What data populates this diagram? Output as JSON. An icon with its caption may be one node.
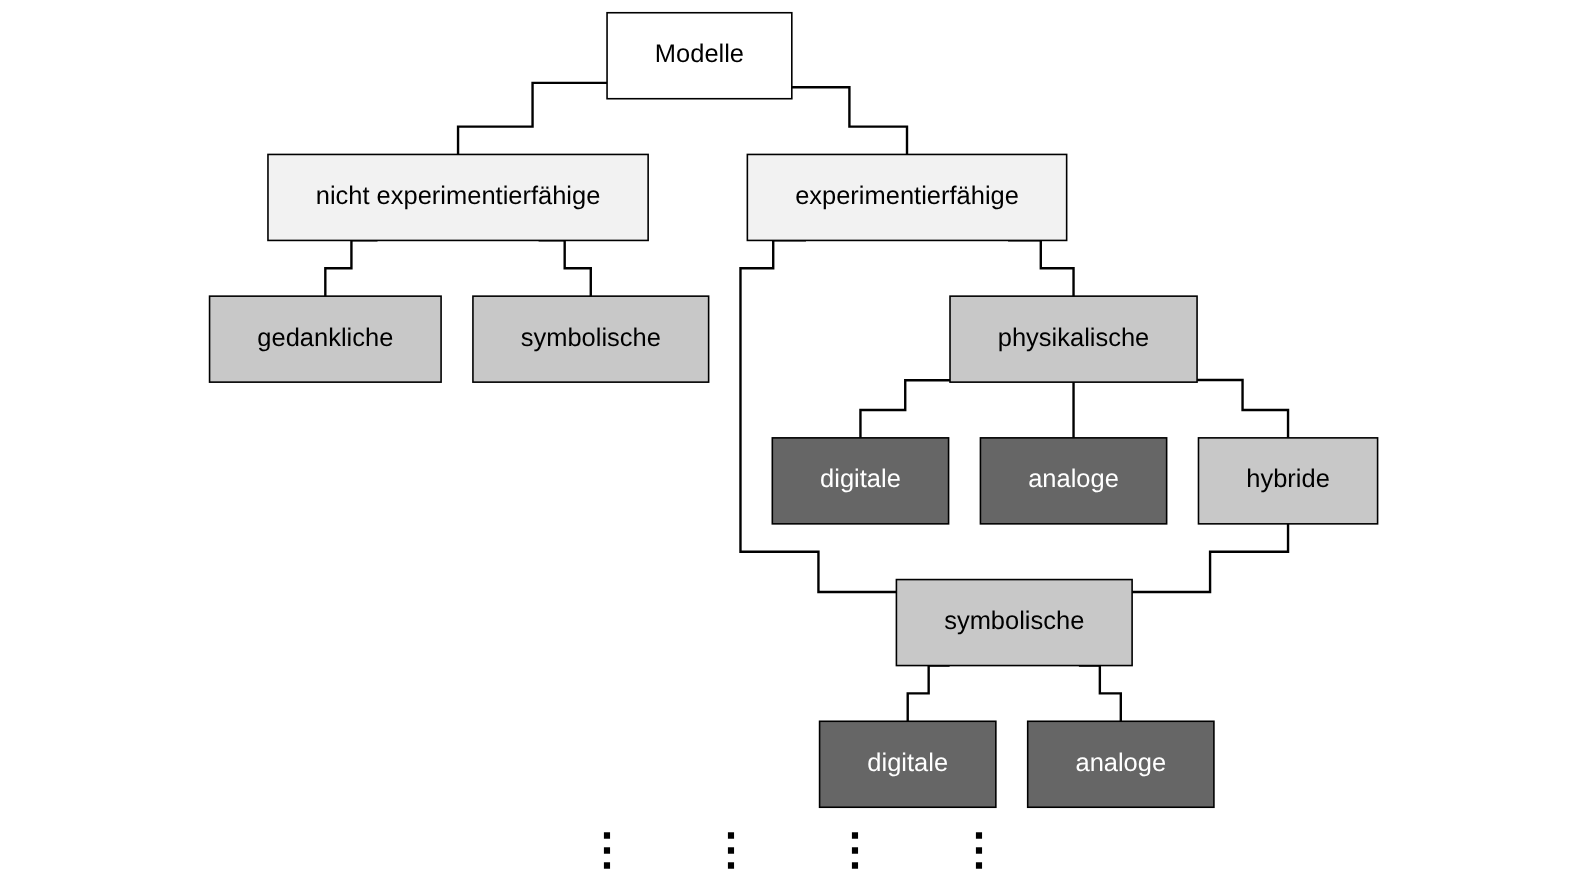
{
  "diagram": {
    "nodes": [
      {
        "text": [
          "Modelle"
        ]
      },
      {
        "text": [
          "nicht experimentierfähige"
        ]
      },
      {
        "text": [
          "experimentierfähige"
        ]
      },
      {
        "text": [
          "gedankliche"
        ]
      },
      {
        "text": [
          "symbolische"
        ]
      },
      {
        "text": [
          "physikalische"
        ]
      },
      {
        "text": [
          "hybride"
        ]
      },
      {
        "text": [
          "symbolische"
        ]
      },
      {
        "text": [
          "digitale"
        ]
      },
      {
        "text": [
          "analoge"
        ]
      },
      {
        "text": [
          "digitale"
        ]
      },
      {
        "text": [
          "analoge"
        ]
      }
    ],
    "edges": [
      {
        "from": 0,
        "to": 1,
        "arrow": "none"
      },
      {
        "from": 0,
        "to": 2,
        "arrow": "none"
      },
      {
        "from": 1,
        "to": 3,
        "arrow": "none"
      },
      {
        "from": 1,
        "to": 4,
        "arrow": "none"
      },
      {
        "from": 2,
        "to": 5,
        "arrow": "none"
      },
      {
        "from": 2,
        "to": 7,
        "arrow": "none"
      },
      {
        "from": 5,
        "to": 6,
        "arrow": "none"
      },
      {
        "from": 6,
        "to": 7,
        "arrow": "none"
      },
      {
        "from": 5,
        "to": 8,
        "arrow": "none"
      },
      {
        "from": 5,
        "to": 9,
        "arrow": "none"
      },
      {
        "from": 7,
        "to": 10,
        "arrow": "none"
      },
      {
        "from": 7,
        "to": 11,
        "arrow": "none"
      }
    ],
    "labels": [
      "⋮",
      "⋮",
      "⋮",
      "⋮"
    ]
  }
}
